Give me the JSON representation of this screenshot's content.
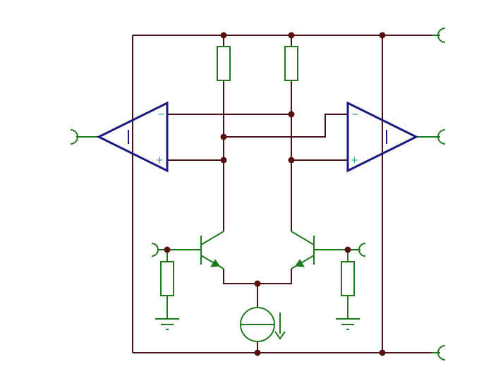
{
  "diagram": {
    "type": "circuit-schematic",
    "colors": {
      "wire": "#4a1414",
      "component": "#1f7a1f",
      "opamp": "#1a1a80",
      "node": "#5a1010",
      "pin_label": "#2a8fa8"
    },
    "opamps": [
      {
        "id": "left",
        "minus_label": "−",
        "plus_label": "+"
      },
      {
        "id": "right",
        "minus_label": "−",
        "plus_label": "+"
      }
    ],
    "components": {
      "resistors": 4,
      "npn_transistors": 2,
      "current_sources": 1,
      "grounds": 2,
      "terminals": 6
    }
  }
}
